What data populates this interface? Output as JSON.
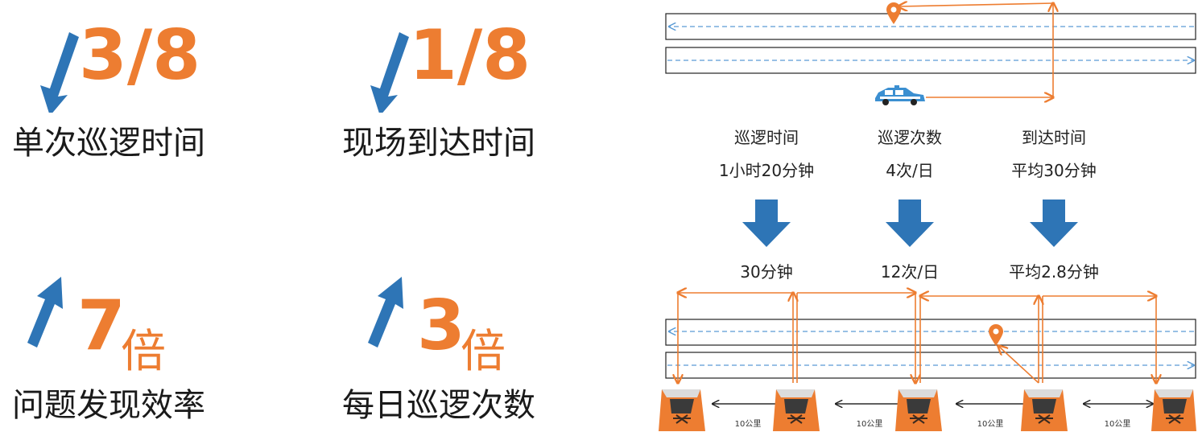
{
  "metrics": [
    {
      "value": "3/8",
      "label": "单次巡逻时间",
      "direction": "down"
    },
    {
      "value": "1/8",
      "label": "现场到达时间",
      "direction": "down"
    },
    {
      "value": "7",
      "unit": "倍",
      "label": "问题发现效率",
      "direction": "up"
    },
    {
      "value": "3",
      "unit": "倍",
      "label": "每日巡逻次数",
      "direction": "up"
    }
  ],
  "comparison": {
    "columns": [
      {
        "title": "巡逻时间",
        "before": "1小时20分钟",
        "after": "30分钟"
      },
      {
        "title": "巡逻次数",
        "before": "4次/日",
        "after": "12次/日"
      },
      {
        "title": "到达时间",
        "before": "平均30分钟",
        "after": "平均2.8分钟"
      }
    ]
  },
  "distances": [
    "10公里",
    "10公里",
    "10公里",
    "10公里"
  ],
  "colors": {
    "accent": "#ED7D31",
    "arrow_blue": "#2E75B6",
    "lane_dash": "#5B9BD5"
  },
  "icons": {
    "vehicle": "patrol-car-icon",
    "location": "location-pin-icon",
    "station": "drone-station-icon"
  }
}
